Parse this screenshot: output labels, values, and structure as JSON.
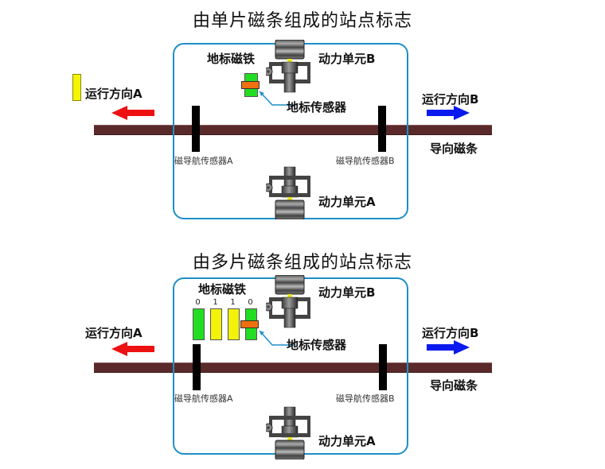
{
  "diagrams": [
    {
      "title": "由单片磁条组成的站点标志",
      "landmark_magnet_label": "地标磁铁",
      "landmark_sensor_label": "地标传感器",
      "drive_unit_b_label": "动力单元B",
      "drive_unit_a_label": "动力单元A",
      "nav_sensor_a_label": "磁导航传感器A",
      "nav_sensor_b_label": "磁导航传感器B",
      "direction_a_label": "运行方向A",
      "direction_b_label": "运行方向B",
      "guide_strip_label": "导向磁条",
      "magnets": []
    },
    {
      "title": "由多片磁条组成的站点标志",
      "landmark_magnet_label": "地标磁铁",
      "landmark_sensor_label": "地标传感器",
      "drive_unit_b_label": "动力单元B",
      "drive_unit_a_label": "动力单元A",
      "nav_sensor_a_label": "磁导航传感器A",
      "nav_sensor_b_label": "磁导航传感器B",
      "direction_a_label": "运行方向A",
      "direction_b_label": "运行方向B",
      "guide_strip_label": "导向磁条",
      "magnets": [
        {
          "bit": "0",
          "color": "green"
        },
        {
          "bit": "1",
          "color": "yellow"
        },
        {
          "bit": "1",
          "color": "yellow"
        },
        {
          "bit": "0",
          "color": "green"
        }
      ]
    }
  ],
  "colors": {
    "frame": "#1d8fc7",
    "guide_strip": "#5a2a2a",
    "arrow_a": "#ee1111",
    "arrow_b": "#0a1aee",
    "magnet_green": "#22dd22",
    "magnet_yellow": "#f2f20a",
    "sensor_cap": "#f07010"
  }
}
